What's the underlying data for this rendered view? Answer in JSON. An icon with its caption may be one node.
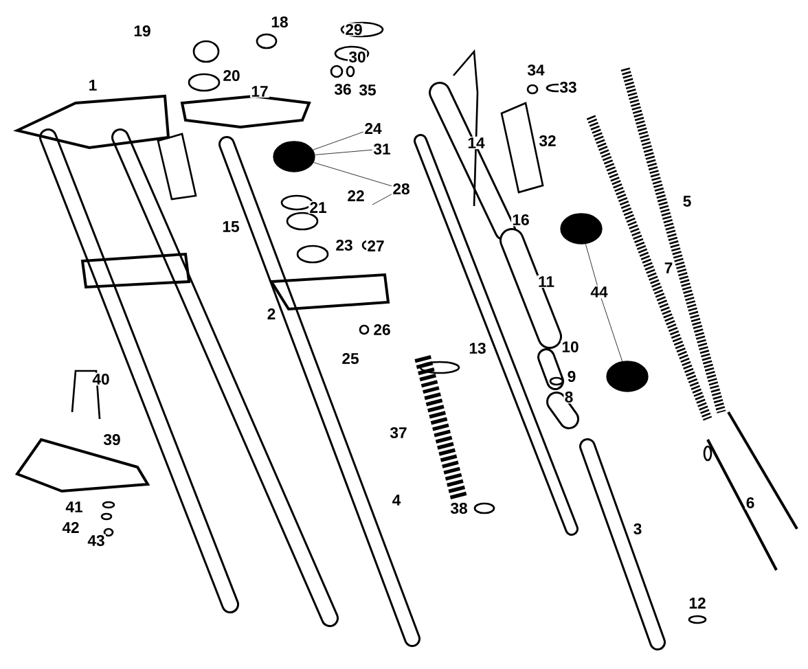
{
  "diagram": {
    "nodes": [
      {
        "text": [
          "24"
        ]
      },
      {
        "text": [],
        "shape": "circle"
      },
      {
        "text": [
          "31"
        ]
      },
      {
        "text": [
          "28"
        ]
      },
      {
        "text": [
          "44"
        ]
      },
      {
        "text": [],
        "shape": "circle"
      },
      {
        "text": [],
        "shape": "circle"
      }
    ],
    "edges": [
      {
        "from": 0,
        "to": 1,
        "arrow": "none"
      },
      {
        "from": 2,
        "to": 1,
        "arrow": "none"
      },
      {
        "from": 3,
        "to": 1,
        "arrow": "none"
      },
      {
        "from": 3,
        "to": null,
        "arrow": "none"
      },
      {
        "from": 4,
        "to": 5,
        "arrow": "none"
      },
      {
        "from": 4,
        "to": 6,
        "arrow": "none"
      }
    ],
    "labels": [
      "1",
      "19",
      "18",
      "29",
      "20",
      "17",
      "30",
      "34",
      "33",
      "36",
      "35",
      "32",
      "14",
      "22",
      "5",
      "21",
      "15",
      "16",
      "23",
      "27",
      "11",
      "7",
      "2",
      "13",
      "10",
      "26",
      "25",
      "9",
      "40",
      "8",
      "37",
      "39",
      "4",
      "6",
      "38",
      "41",
      "3",
      "42",
      "43",
      "12"
    ]
  }
}
